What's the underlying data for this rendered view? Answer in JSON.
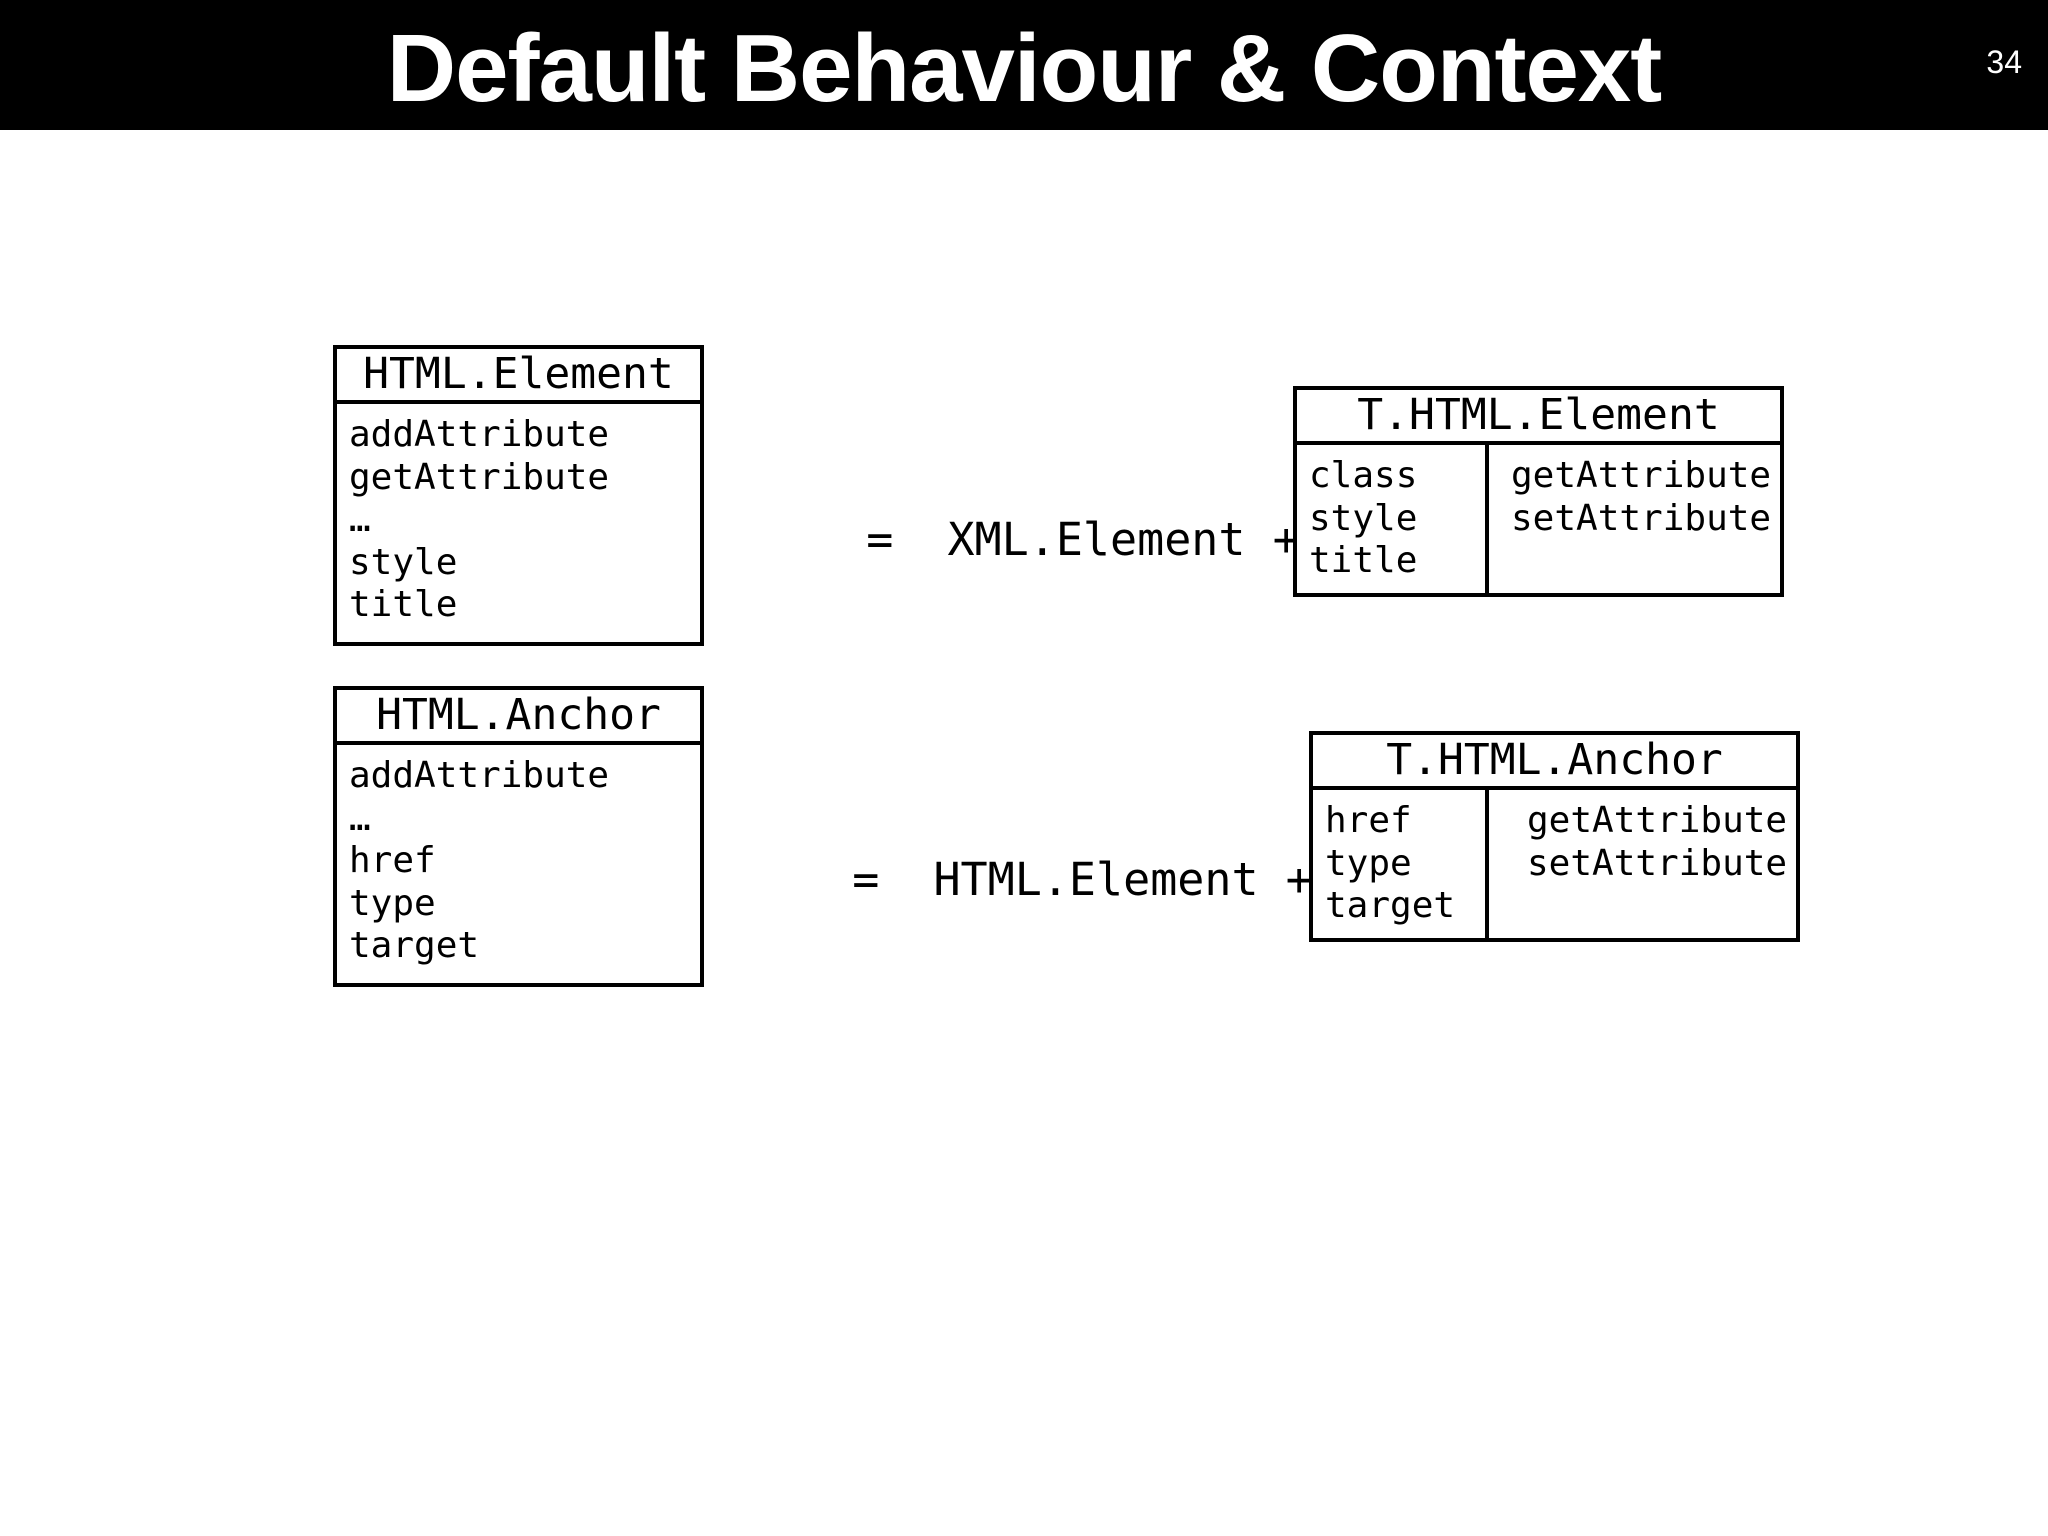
{
  "slide": {
    "title": "Default Behaviour & Context",
    "page_number": "34"
  },
  "row1": {
    "left_box": {
      "header": "HTML.Element",
      "items": [
        "addAttribute",
        "getAttribute",
        "…",
        "style",
        "title"
      ]
    },
    "equation": {
      "equals": "=",
      "text": "XML.Element +"
    },
    "right_box": {
      "header": "T.HTML.Element",
      "left_items": [
        "class",
        "style",
        "title"
      ],
      "right_items": [
        "getAttribute",
        "setAttribute"
      ]
    }
  },
  "row2": {
    "left_box": {
      "header": "HTML.Anchor",
      "items": [
        "addAttribute",
        "…",
        "href",
        "type",
        "target"
      ]
    },
    "equation": {
      "equals": "=",
      "text": "HTML.Element +"
    },
    "right_box": {
      "header": "T.HTML.Anchor",
      "left_items": [
        "href",
        "type",
        "target"
      ],
      "right_items": [
        "getAttribute",
        "setAttribute"
      ]
    }
  }
}
